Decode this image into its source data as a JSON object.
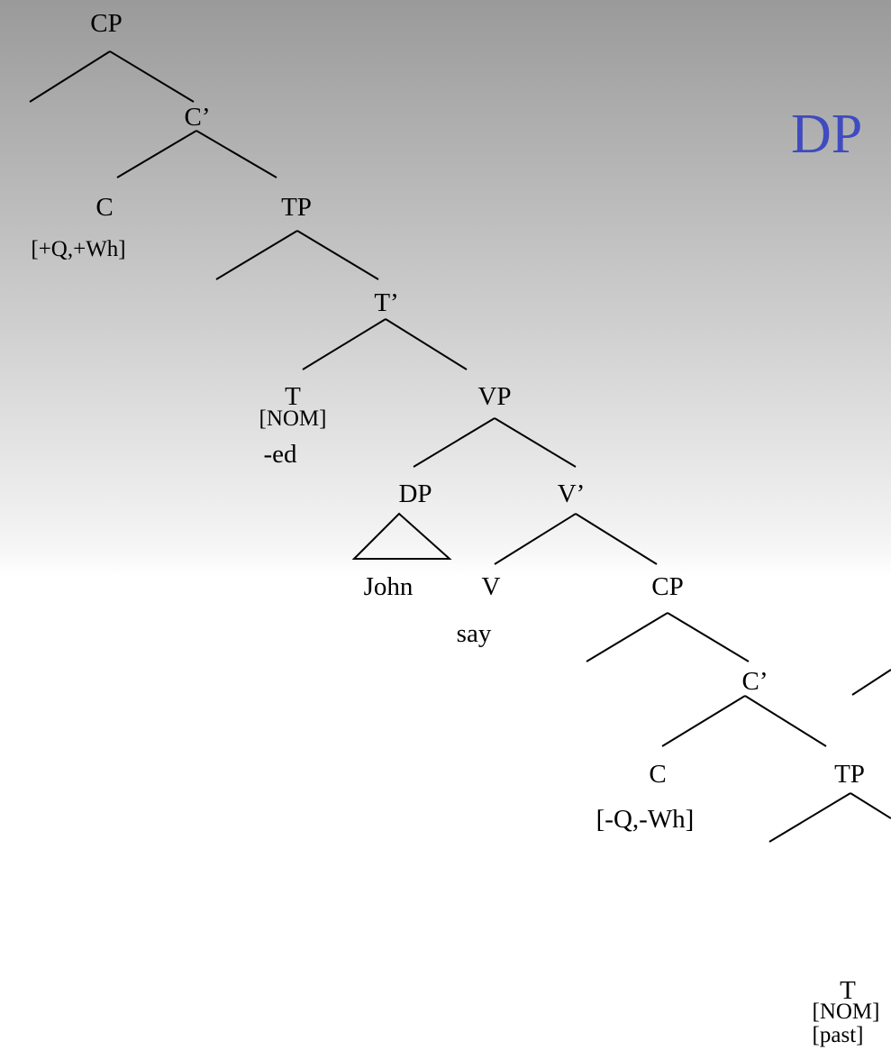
{
  "title": "DP",
  "tree": {
    "cp1": "CP",
    "cbar1": "C’",
    "c1": "C",
    "c1_feat": "[+Q,+Wh]",
    "tp1": "TP",
    "tbar1": "T’",
    "t1": "T",
    "t1_case": "[NOM]",
    "t1_affix": "-ed",
    "vp": "VP",
    "dp": "DP",
    "john": "John",
    "vbar": "V’",
    "v": "V",
    "say": "say",
    "cp2": "CP",
    "cbar2": "C’",
    "c2": "C",
    "c2_feat": "[-Q,-Wh]",
    "tp2": "TP",
    "t2": "T",
    "t2_case": "[NOM]",
    "t2_tense": "[past]"
  }
}
